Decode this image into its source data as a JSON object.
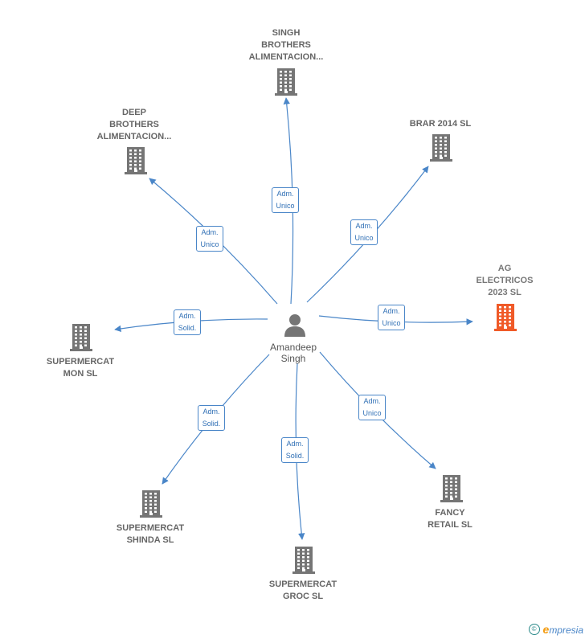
{
  "center": {
    "label": "Amandeep\nSingh"
  },
  "companies": [
    {
      "id": "singh",
      "label": "SINGH\nBROTHERS\nALIMENTACION...",
      "relation": "Adm.\nUnico",
      "highlight": false
    },
    {
      "id": "brar",
      "label": "BRAR 2014  SL",
      "relation": "Adm.\nUnico",
      "highlight": false
    },
    {
      "id": "ag",
      "label": "AG\nELECTRICOS\n2023  SL",
      "relation": "Adm.\nUnico",
      "highlight": true
    },
    {
      "id": "fancy",
      "label": "FANCY\nRETAIL  SL",
      "relation": "Adm.\nUnico",
      "highlight": false
    },
    {
      "id": "groc",
      "label": "SUPERMERCAT\nGROC  SL",
      "relation": "Adm.\nSolid.",
      "highlight": false
    },
    {
      "id": "shinda",
      "label": "SUPERMERCAT\nSHINDA  SL",
      "relation": "Adm.\nSolid.",
      "highlight": false
    },
    {
      "id": "mon",
      "label": "SUPERMERCAT\nMON  SL",
      "relation": "Adm.\nSolid.",
      "highlight": false
    },
    {
      "id": "deep",
      "label": "DEEP\nBROTHERS\nALIMENTACION...",
      "relation": "Adm.\nUnico",
      "highlight": false
    }
  ],
  "colors": {
    "edge": "#4a86c8",
    "building": "#757575",
    "building_highlight": "#f05a28"
  },
  "footer": {
    "copyright": "©",
    "brand": "mpresia",
    "brand_initial": "e"
  }
}
